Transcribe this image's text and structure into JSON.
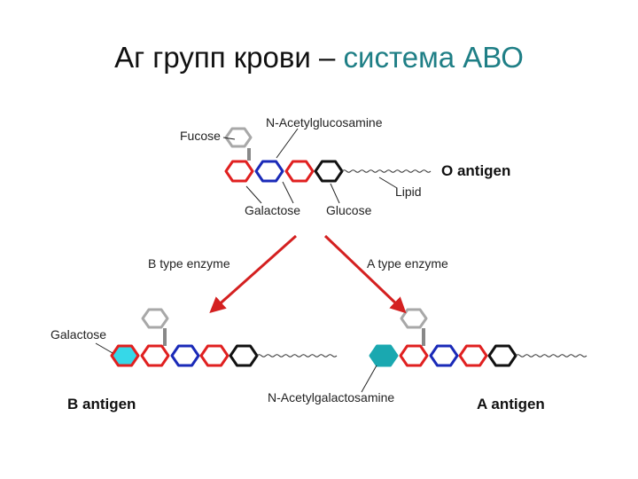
{
  "title": {
    "main": "Аг групп крови – ",
    "accent": "система АВО",
    "accent_color": "#1f7f86"
  },
  "labels": {
    "fucose": "Fucose",
    "n_acetylglucosamine": "N-Acetylglucosamine",
    "o_antigen": "O antigen",
    "lipid": "Lipid",
    "galactose_top": "Galactose",
    "glucose": "Glucose",
    "b_enzyme": "B type enzyme",
    "a_enzyme": "A type enzyme",
    "galactose_left": "Galactose",
    "b_antigen": "B antigen",
    "n_acetylgalactosamine": "N-Acetylgalactosamine",
    "a_antigen": "A antigen"
  },
  "colors": {
    "galactose": "#e02020",
    "n_acetylglucosamine": "#1a2ab8",
    "glucose": "#111111",
    "fucose": "#a8a8a8",
    "added_galactose": "#36d8e8",
    "added_n_acetylgalactosamine": "#1aa8b0",
    "arrow": "#d42020"
  }
}
